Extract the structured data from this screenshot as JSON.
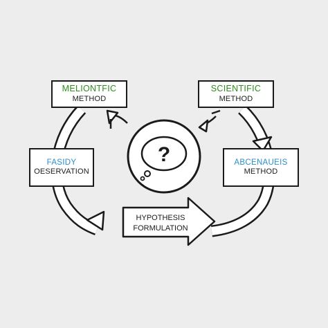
{
  "colors": {
    "background": "#ededed",
    "stroke": "#1a1a1a",
    "green_label": "#2e8b1e",
    "blue_label": "#2a8fc9"
  },
  "icons": [
    "question-bubble-icon",
    "curved-arrow-icon",
    "block-arrow-icon"
  ],
  "boxes": {
    "top_left": {
      "line1": "MELIONTFIC",
      "line2": "METHOD"
    },
    "top_right": {
      "line1": "SCIENTIFIC",
      "line2": "METHOD"
    },
    "left": {
      "line1": "FASIDY",
      "line2": "OESERVATION"
    },
    "right": {
      "line1": "ABCENAUEIS",
      "line2": "METHOD"
    }
  },
  "hypothesis": {
    "line1": "HYPOTHESIS",
    "line2": "FORMULATION"
  },
  "center_symbol": "?"
}
